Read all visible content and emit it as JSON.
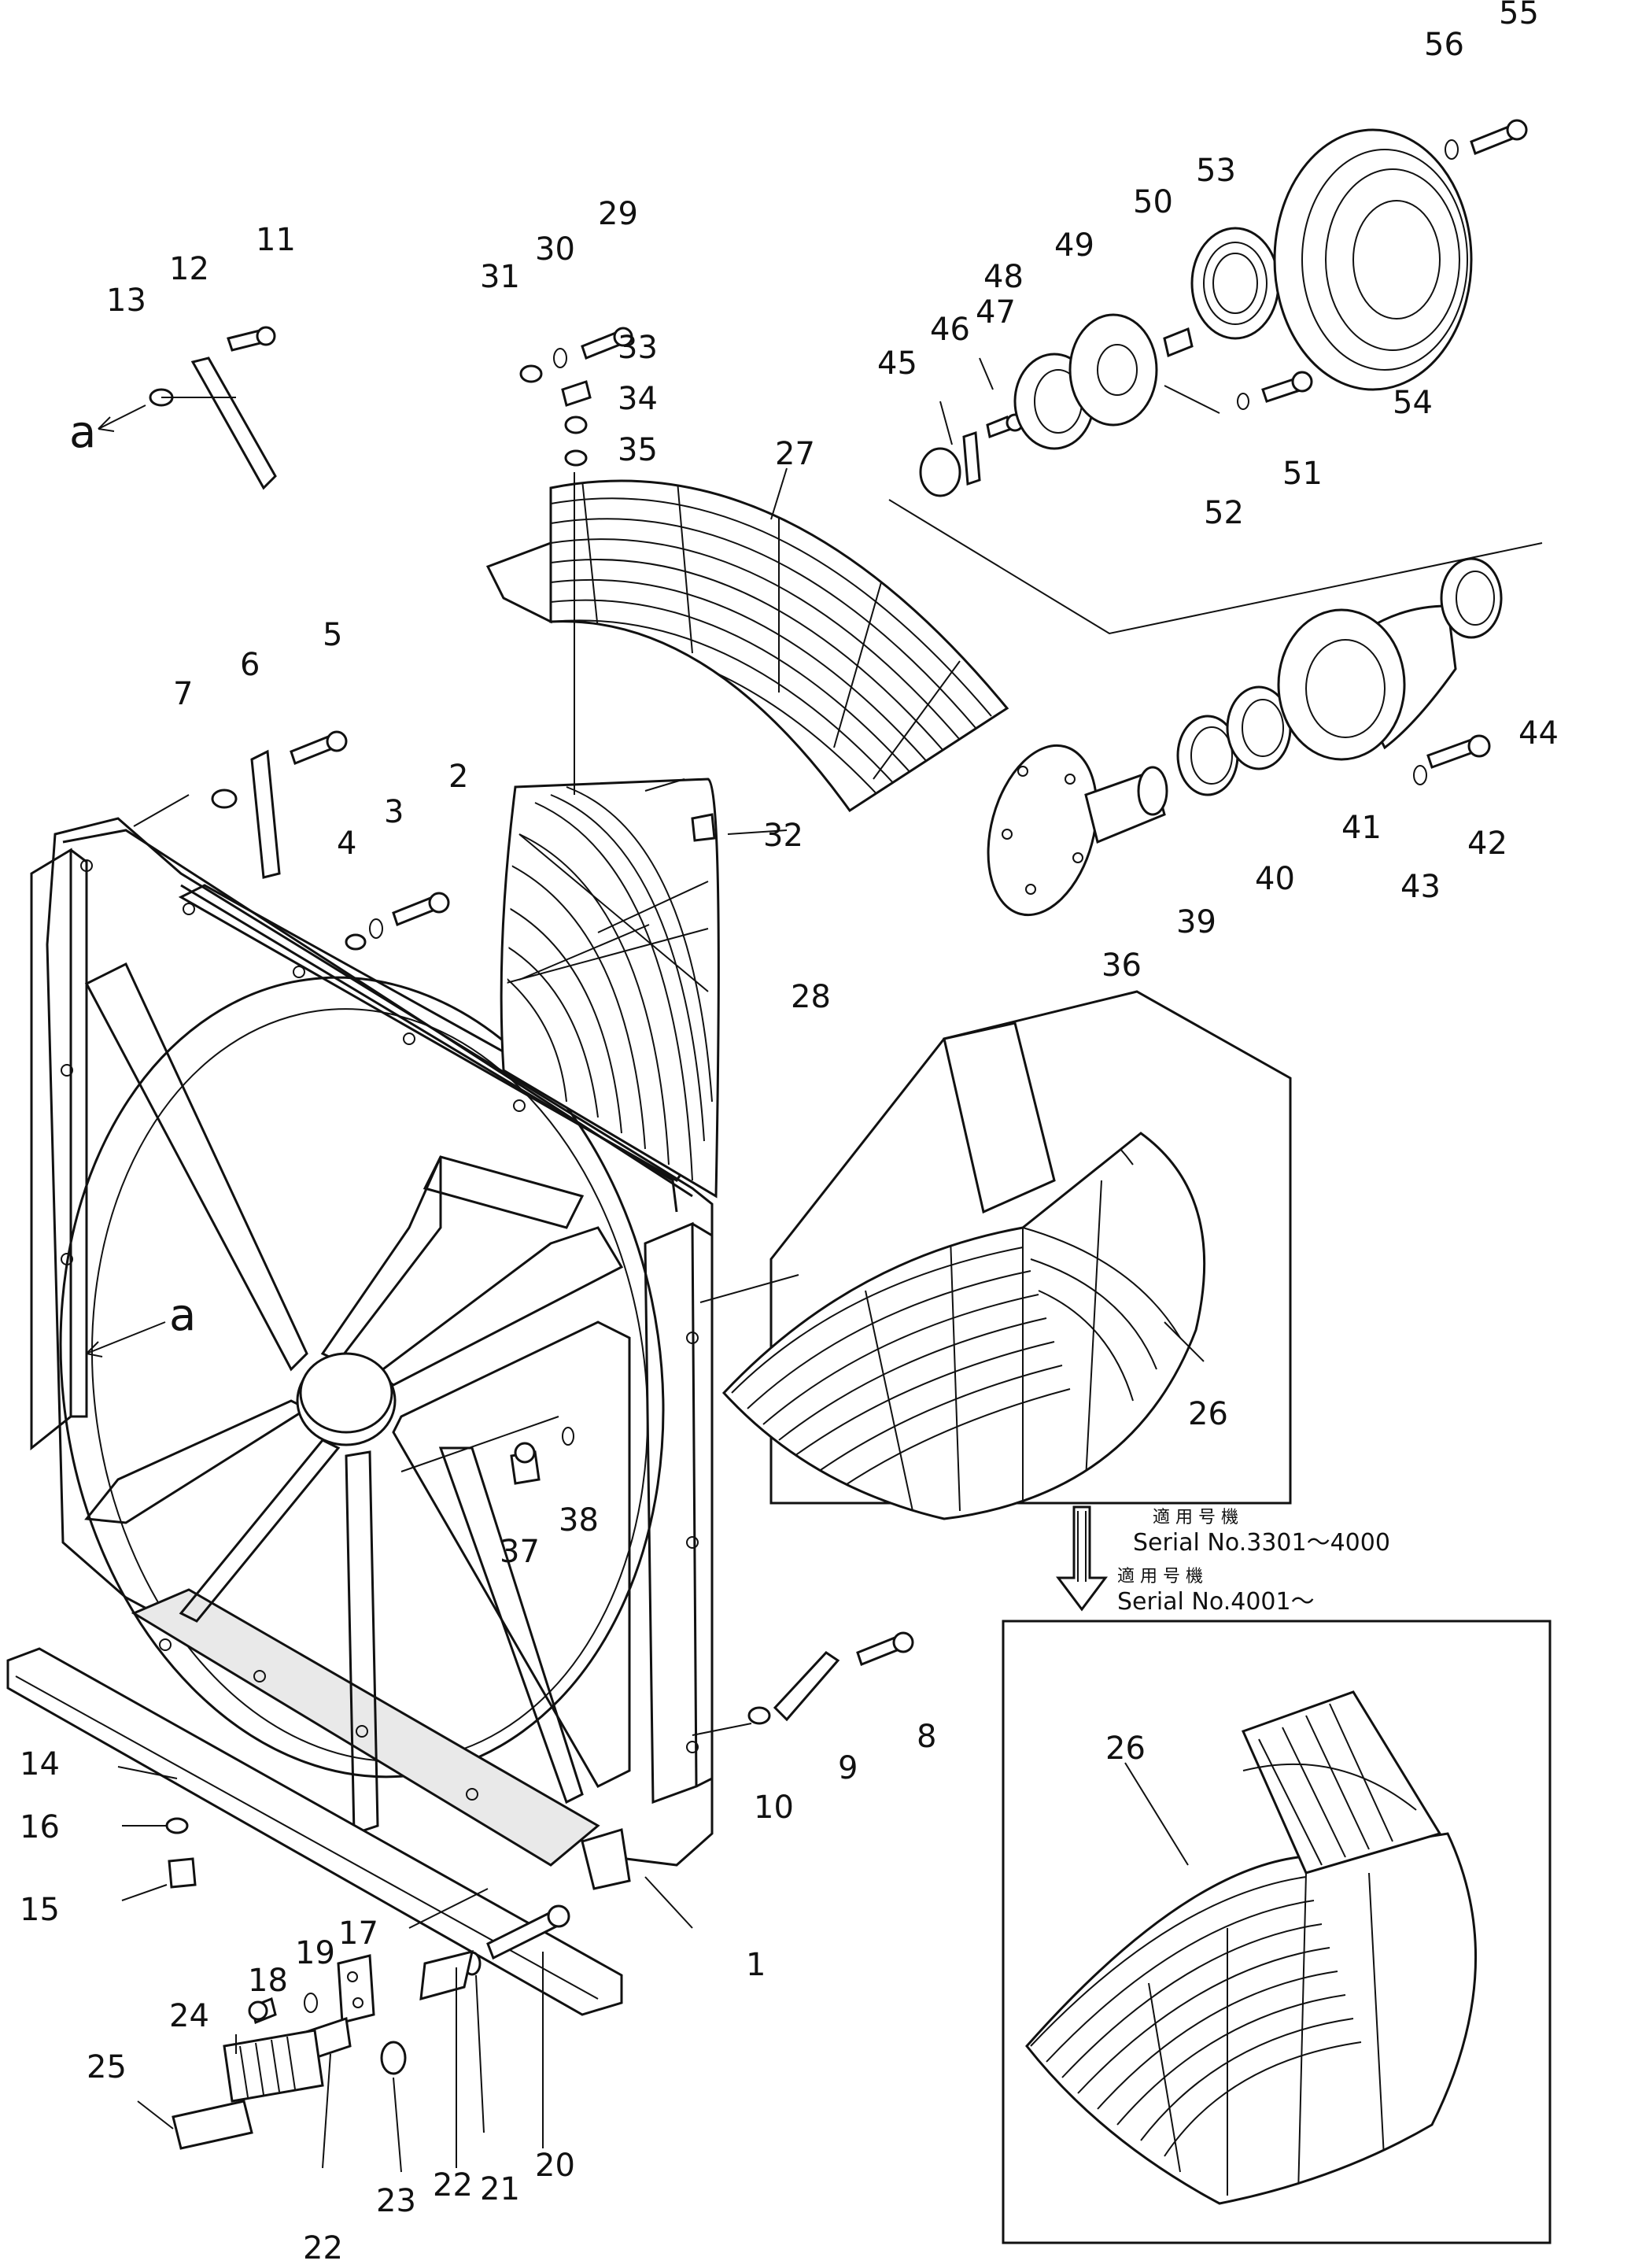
{
  "labels": {
    "p1": "1",
    "p2": "2",
    "p3": "3",
    "p4": "4",
    "p5": "5",
    "p6": "6",
    "p7": "7",
    "p8": "8",
    "p9": "9",
    "p10": "10",
    "p11": "11",
    "p12": "12",
    "p13": "13",
    "p14": "14",
    "p15": "15",
    "p16": "16",
    "p17": "17",
    "p18": "18",
    "p19": "19",
    "p20": "20",
    "p21": "21",
    "p22a": "22",
    "p22b": "22",
    "p23": "23",
    "p24": "24",
    "p25": "25",
    "p26a": "26",
    "p26b": "26",
    "p27": "27",
    "p28": "28",
    "p29": "29",
    "p30": "30",
    "p31": "31",
    "p32": "32",
    "p33": "33",
    "p34": "34",
    "p35": "35",
    "p36": "36",
    "p37": "37",
    "p38": "38",
    "p39": "39",
    "p40": "40",
    "p41": "41",
    "p42": "42",
    "p43": "43",
    "p44": "44",
    "p45": "45",
    "p46": "46",
    "p47": "47",
    "p48": "48",
    "p49": "49",
    "p50": "50",
    "p51": "51",
    "p52": "52",
    "p53": "53",
    "p54": "54",
    "p55": "55",
    "p56": "56",
    "refA1": "a",
    "refA2": "a"
  },
  "serials": {
    "jp1": "適 用 号 機",
    "s1": "Serial  No.3301～4000",
    "jp2": "適 用 号 機",
    "s2": "Serial  No.4001～"
  }
}
